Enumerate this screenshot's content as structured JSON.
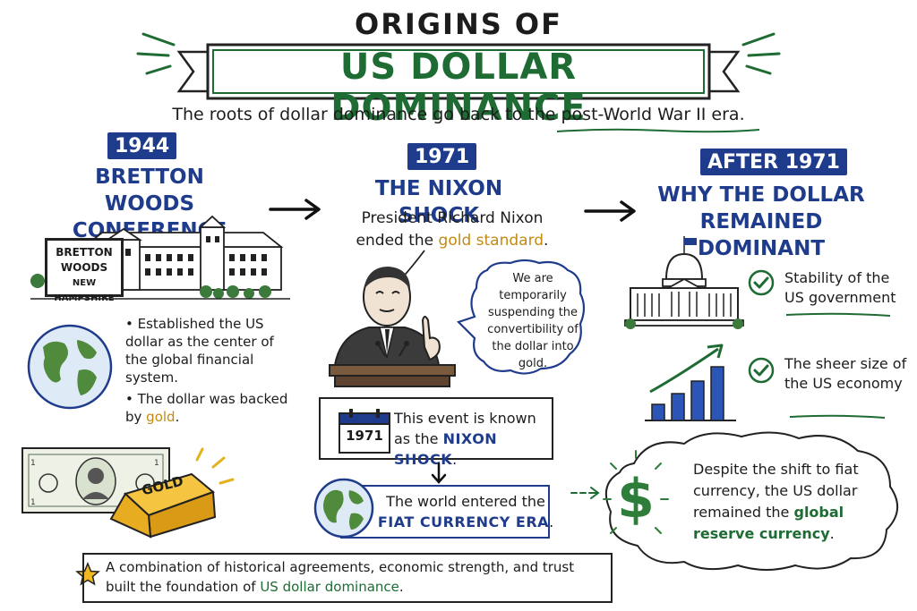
{
  "header": {
    "title_top": "ORIGINS OF",
    "title_main": "US DOLLAR DOMINANCE",
    "subtitle": "The roots of dollar dominance go back to the post-World War II era."
  },
  "col1944": {
    "year": "1944",
    "title": "BRETTON WOODS CONFERENCE",
    "sign_line1": "BRETTON",
    "sign_line2": "WOODS",
    "sign_line3": "NEW HAMPSHIRE",
    "bullet1": "Established the US dollar as the center of the global financial system.",
    "bullet2_a": "The dollar was backed by ",
    "bullet2_b": "gold",
    "bullet2_c": ".",
    "gold_bar_label": "GOLD"
  },
  "col1971": {
    "year": "1971",
    "title": "THE NIXON SHOCK",
    "text_a": "President Richard Nixon ended the ",
    "text_b": "gold standard",
    "text_c": ".",
    "quote": "We are temporarily suspending the convertibility of the dollar into gold.",
    "calendar_label": "1971",
    "event_a": "This event is known as the ",
    "event_b": "NIXON SHOCK",
    "event_c": ".",
    "fiat_a": "The world entered the ",
    "fiat_b": "FIAT CURRENCY ERA",
    "fiat_c": "."
  },
  "colAfter": {
    "year": "AFTER 1971",
    "title": "WHY THE DOLLAR REMAINED DOMINANT",
    "reason1": "Stability of the US government",
    "reason2": "The sheer size of the US economy",
    "cloud_a": "Despite the shift to fiat currency, the US dollar remained the ",
    "cloud_b": "global reserve currency",
    "cloud_c": "."
  },
  "footer": {
    "text_a": "A combination of historical agreements, economic strength, and trust built the foundation of ",
    "text_b": "US dollar dominance",
    "text_c": "."
  },
  "colors": {
    "navy": "#1f3c8c",
    "green": "#1e6b34",
    "gold": "#c48a12",
    "ink": "#1c1c1c"
  },
  "icons": [
    "star-icon",
    "check-icon",
    "arrow-right-icon",
    "globe-icon",
    "calendar-icon",
    "dollar-sign-icon",
    "bar-chart-icon",
    "capitol-icon",
    "hotel-icon",
    "gold-bar-icon",
    "banknote-icon",
    "speech-bubble-icon"
  ]
}
